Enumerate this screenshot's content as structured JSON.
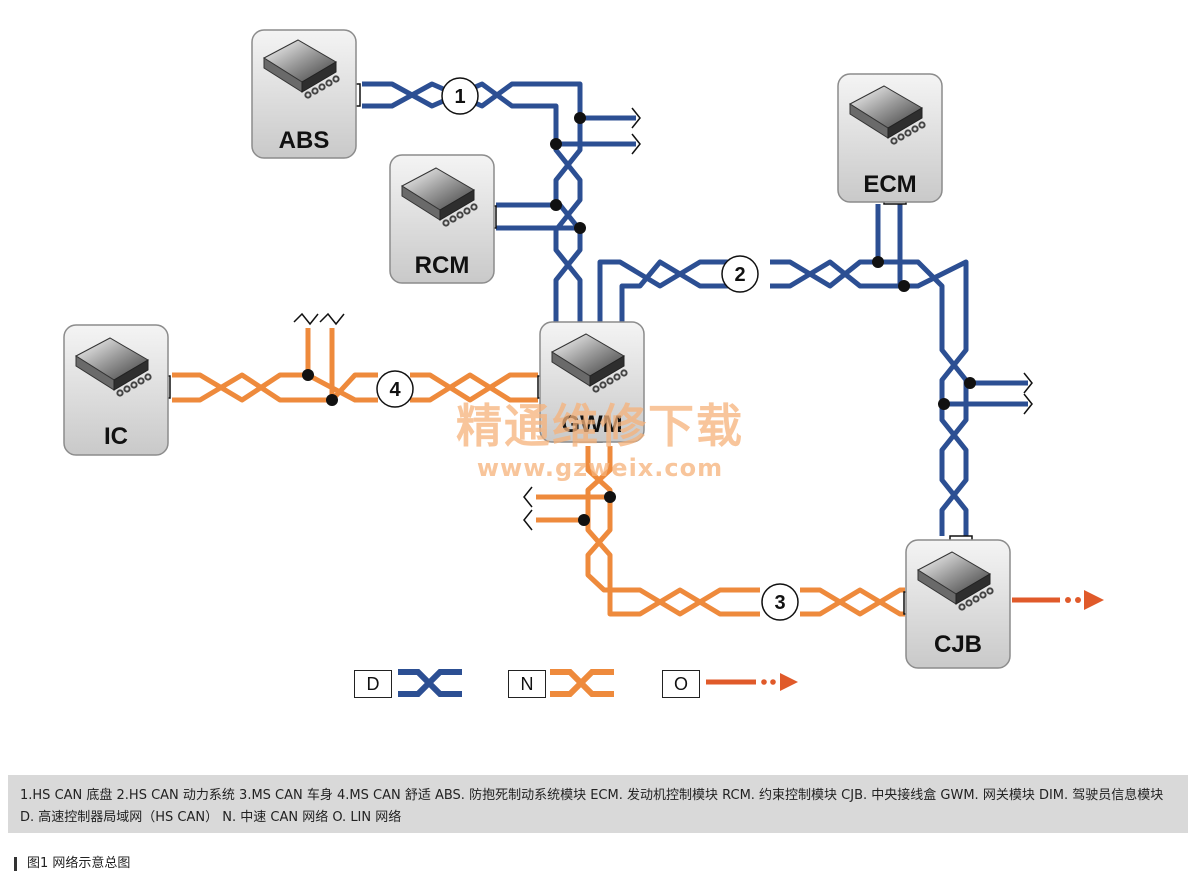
{
  "modules": {
    "abs": "ABS",
    "rcm": "RCM",
    "ecm": "ECM",
    "ic": "IC",
    "gwm": "GWM",
    "cjb": "CJB"
  },
  "bus_numbers": {
    "n1": "1",
    "n2": "2",
    "n3": "3",
    "n4": "4"
  },
  "legend": {
    "d": "D",
    "n": "N",
    "o": "O"
  },
  "watermark": {
    "line1": "精通维修下载",
    "line2": "www.gzweix.com"
  },
  "colors": {
    "hs_can": "#2c4f93",
    "ms_can": "#ee8a3c",
    "lin": "#e05a2a",
    "watermark": "#f6b27a"
  },
  "caption": {
    "text": "1.HS CAN 底盘 2.HS CAN 动力系统 3.MS CAN 车身 4.MS CAN 舒适 ABS. 防抱死制动系统模块 ECM. 发动机控制模块 RCM. 约束控制模块 CJB. 中央接线盒 GWM. 网关模块 DIM. 驾驶员信息模块 D. 高速控制器局域网（HS CAN） N. 中速 CAN 网络 O. LIN 网络"
  },
  "figure": {
    "title": "图1 网络示意总图"
  }
}
